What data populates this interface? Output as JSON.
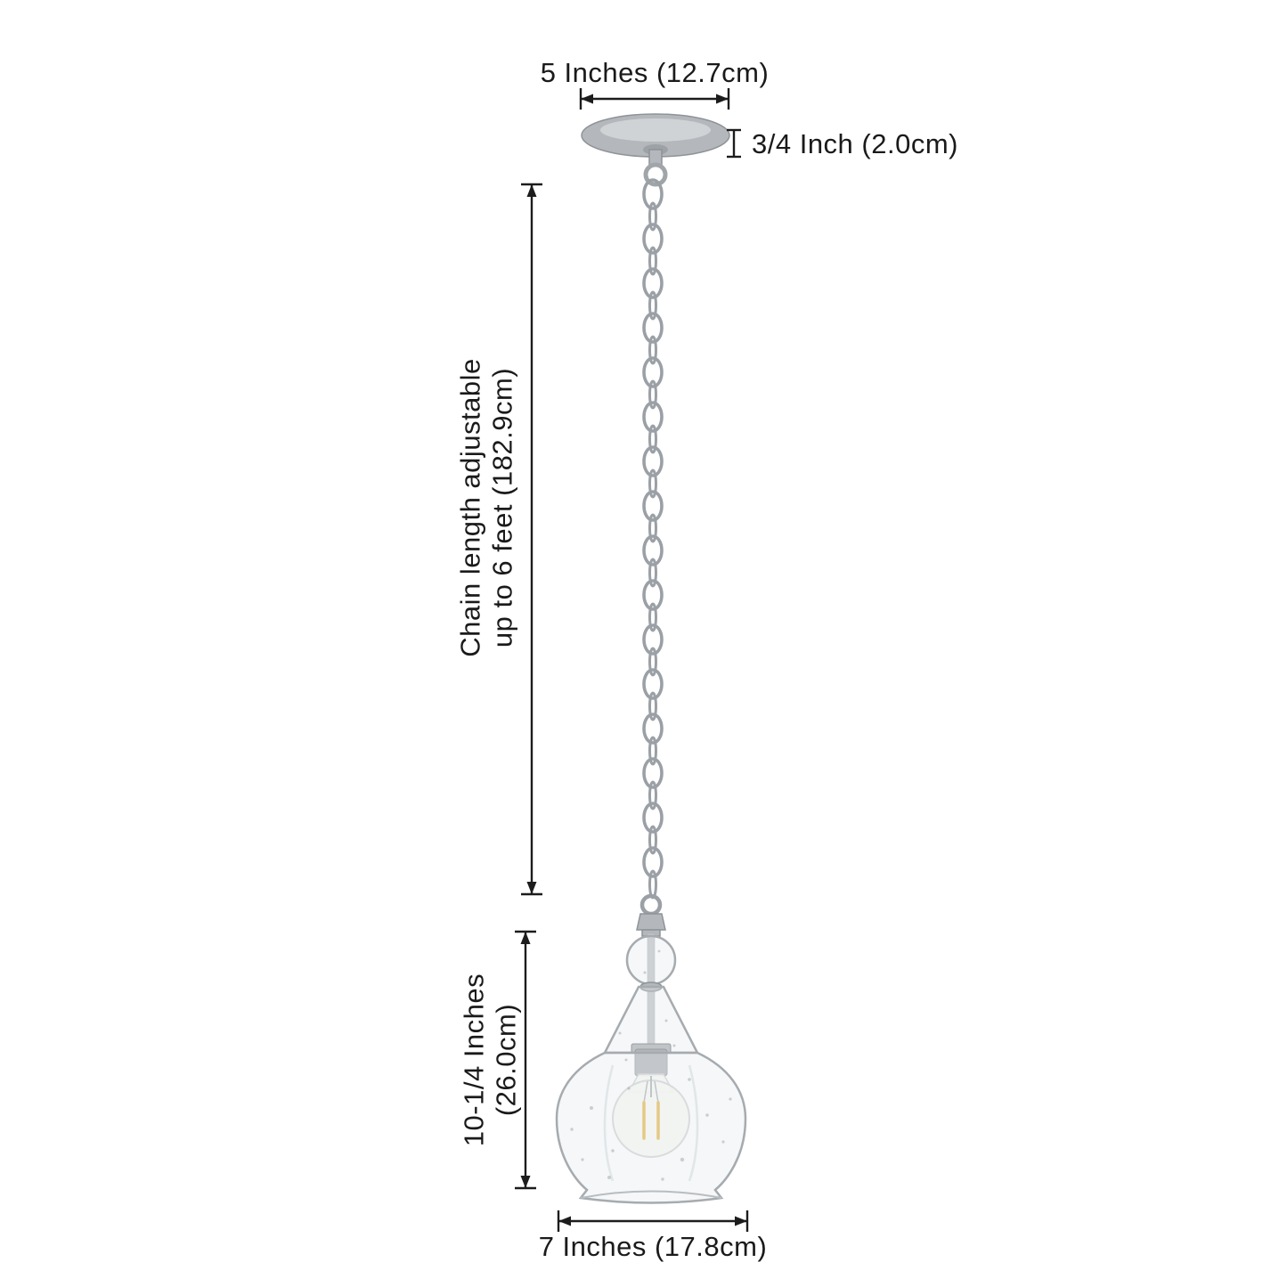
{
  "labels": {
    "canopy_width": "5 Inches (12.7cm)",
    "canopy_thickness": "3/4 Inch (2.0cm)",
    "chain_line1": "Chain length adjustable",
    "chain_line2": "up to 6 feet (182.9cm)",
    "shade_height_line1": "10-1/4 Inches",
    "shade_height_line2": "(26.0cm)",
    "shade_width": "7 Inches (17.8cm)"
  },
  "colors": {
    "background": "#ffffff",
    "dimension_line": "#1c1c1c",
    "text": "#1a1a1a",
    "metal": "#b4b8bc",
    "chain": "#9aa0a6",
    "glass_stroke": "#a6abaf",
    "filament": "#e5b94e"
  }
}
